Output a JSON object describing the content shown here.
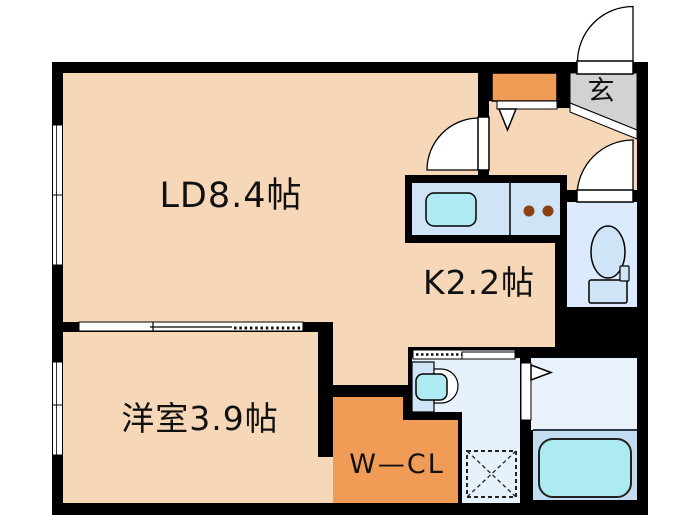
{
  "plan": {
    "title": "apartment-floorplan",
    "rooms": {
      "ld": {
        "label": "LD8.4帖"
      },
      "kitchen": {
        "label": "K2.2帖"
      },
      "western": {
        "label": "洋室3.9帖"
      },
      "wcl": {
        "label": "W—CL"
      },
      "entrance": {
        "label": "玄"
      }
    },
    "colors": {
      "wall": "#000000",
      "floor": "#f6d8b9",
      "orange": "#f09c57",
      "entrance_gray": "#d2d2d2",
      "counter_blue": "#cfe5f7",
      "fixture_cyan": "#aeeaf2",
      "washroom_blue": "#e7f1fb",
      "toilet_blue": "#dbeafc",
      "bath_upper": "#e9f2fb",
      "bath_lower": "#c2dcf2",
      "burner_brown": "#8a4211",
      "door_white": "#ffffff",
      "bg": "#ffffff"
    }
  }
}
